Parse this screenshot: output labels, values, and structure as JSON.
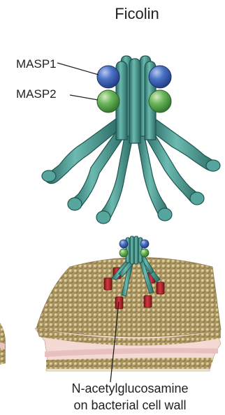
{
  "title": "Ficolin",
  "labels": {
    "masp1": "MASP1",
    "masp2": "MASP2"
  },
  "caption": {
    "line1": "N-acetylglucosamine",
    "line2": "on bacterial cell wall"
  },
  "colors": {
    "ficolin": "#4fa097",
    "ficolin_dark": "#2f6d66",
    "masp1": "#3f67b8",
    "masp2": "#62ab53",
    "membrane_bead": "#c4b07c",
    "membrane_inner": "#f2d9cf",
    "membrane_core": "#f6e9d2",
    "glcnac": "#b8242a"
  }
}
